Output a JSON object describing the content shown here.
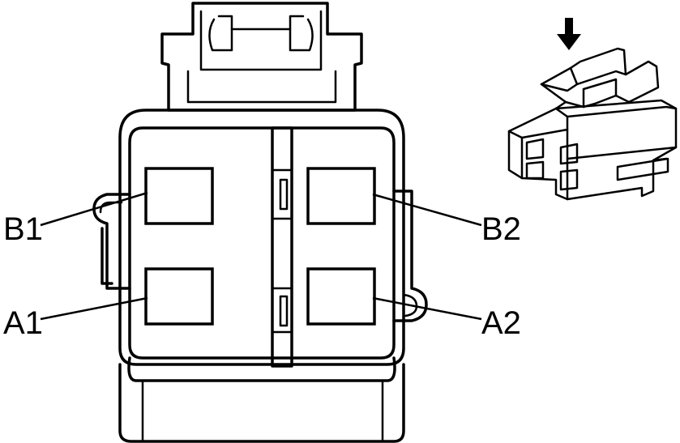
{
  "pins": {
    "b1": "B1",
    "b2": "B2",
    "a1": "A1",
    "a2": "A2"
  },
  "colors": {
    "line": "#000000",
    "background": "#ffffff"
  },
  "icons": {
    "insert_arrow": "down-arrow-icon"
  }
}
